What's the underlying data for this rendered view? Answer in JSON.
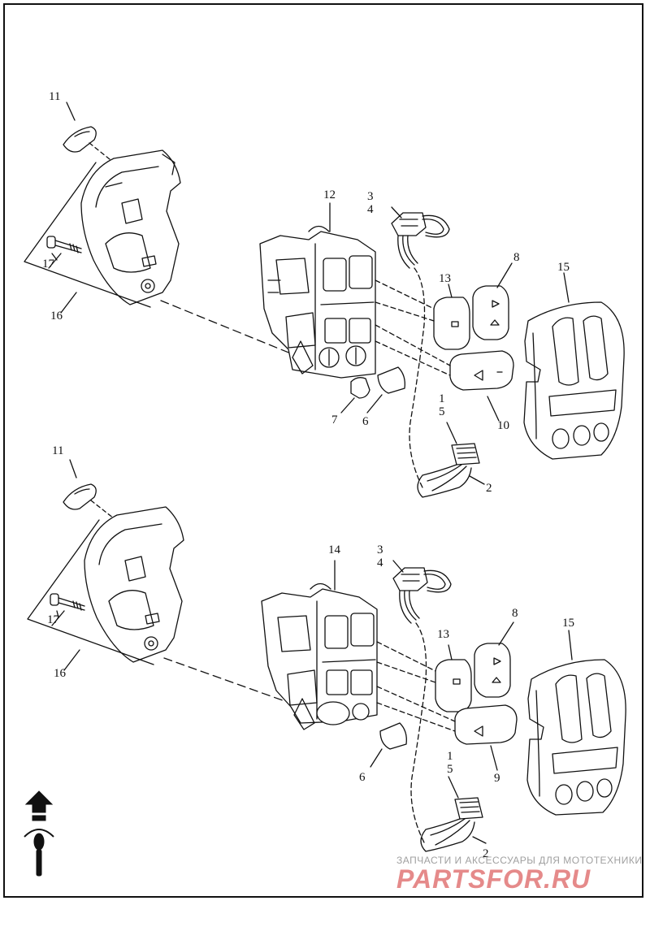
{
  "callouts": {
    "u11": "11",
    "u17": "17",
    "u16": "16",
    "u12": "12",
    "u3": "3",
    "u4": "4",
    "u13": "13",
    "u8": "8",
    "u15": "15",
    "u7": "7",
    "u6": "6",
    "u1": "1",
    "u5": "5",
    "u10": "10",
    "u2": "2",
    "l11": "11",
    "l17": "17",
    "l16": "16",
    "l14": "14",
    "l3": "3",
    "l4": "4",
    "l13": "13",
    "l8": "8",
    "l15": "15",
    "l6": "6",
    "l1": "1",
    "l5": "5",
    "l9": "9",
    "l2": "2"
  },
  "watermark": {
    "tagline": "ЗАПЧАСТИ И АКСЕССУАРЫ ДЛЯ МОТОТЕХНИКИ",
    "logo": "PARTSFOR.RU"
  },
  "colors": {
    "line": "#111111",
    "watermark_text": "#a0a0a0",
    "watermark_logo": "#e58a8a"
  },
  "icons": [
    "forward-direction-arrow-icon"
  ]
}
